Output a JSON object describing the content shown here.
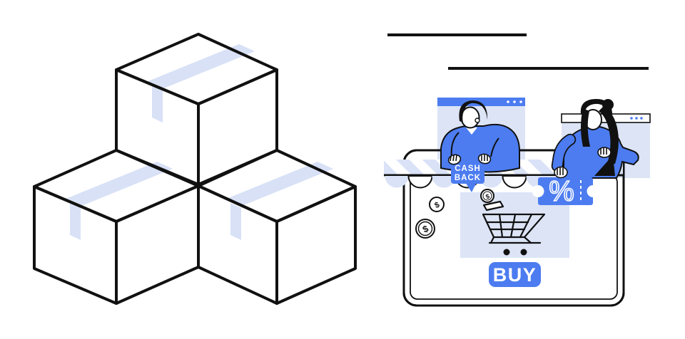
{
  "illustration": {
    "title": "online-shopping-cashback-illustration",
    "left_scene": {
      "name": "three-stacked-parcel-boxes"
    },
    "right_scene": {
      "badge": {
        "line1": "CASH",
        "line2": "BACK"
      },
      "buy_button": {
        "label": "BUY"
      },
      "discount_ticket": {
        "percent": "%"
      },
      "coins": {
        "symbol": "$"
      }
    },
    "colors": {
      "primary_blue": "#4c7cf0",
      "light_blue_panel": "#dce4f6",
      "stripe_blue": "#d9e2f6",
      "outline_black": "#111111",
      "white": "#ffffff"
    }
  }
}
